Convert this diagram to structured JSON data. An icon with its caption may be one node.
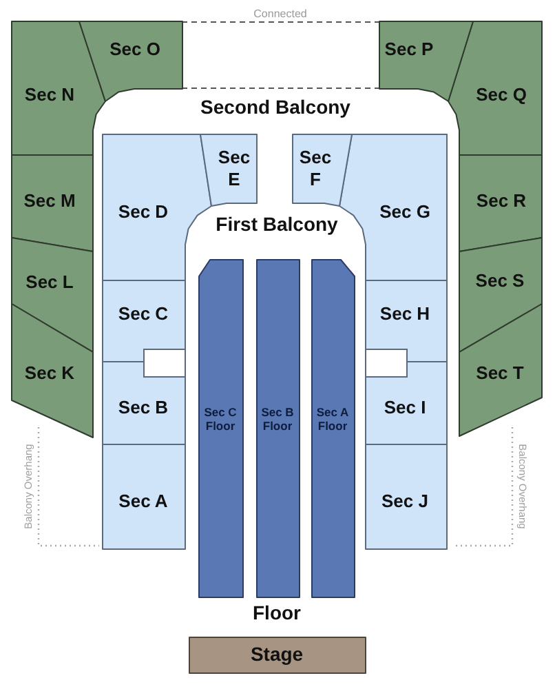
{
  "diagram": {
    "nodes": [
      {
        "text": [
          "Sec O"
        ]
      },
      {
        "text": [
          "Sec P"
        ]
      },
      {
        "text": [
          "Sec N"
        ]
      },
      {
        "text": [
          "Sec Q"
        ]
      },
      {
        "text": [
          "Sec E"
        ]
      },
      {
        "text": [
          "Sec F"
        ]
      },
      {
        "text": [
          "Sec M"
        ]
      },
      {
        "text": [
          "Sec D"
        ]
      },
      {
        "text": [
          "Sec G"
        ]
      },
      {
        "text": [
          "Sec R"
        ]
      },
      {
        "text": [
          "Sec L"
        ]
      },
      {
        "text": [
          "Sec S"
        ]
      },
      {
        "text": [
          "Sec C Floor"
        ]
      },
      {
        "text": [
          "Sec B Floor"
        ]
      },
      {
        "text": [
          "Sec A Floor"
        ]
      },
      {
        "text": [
          "Sec C"
        ]
      },
      {
        "text": [
          "Sec H"
        ]
      },
      {
        "text": [
          "Sec K"
        ]
      },
      {
        "text": [
          "Sec T"
        ]
      },
      {
        "text": [],
        "shape": "box"
      },
      {
        "text": [],
        "shape": "box"
      },
      {
        "text": [
          "Sec B"
        ]
      },
      {
        "text": [
          "Sec I"
        ]
      },
      {
        "text": [
          "Sec A"
        ]
      },
      {
        "text": [
          "Sec J"
        ]
      },
      {
        "text": [
          "Stage"
        ]
      }
    ],
    "edges": [
      {
        "from": 0,
        "to": 1,
        "arrow": "none",
        "style": "dashed",
        "label": "Connected"
      },
      {
        "from": 0,
        "to": 1,
        "arrow": "none",
        "style": "dashed"
      }
    ],
    "labels": [
      "Second Balcony",
      "First Balcony",
      "Balcony Overhang",
      "Balcony Overhang",
      "Floor"
    ]
  }
}
